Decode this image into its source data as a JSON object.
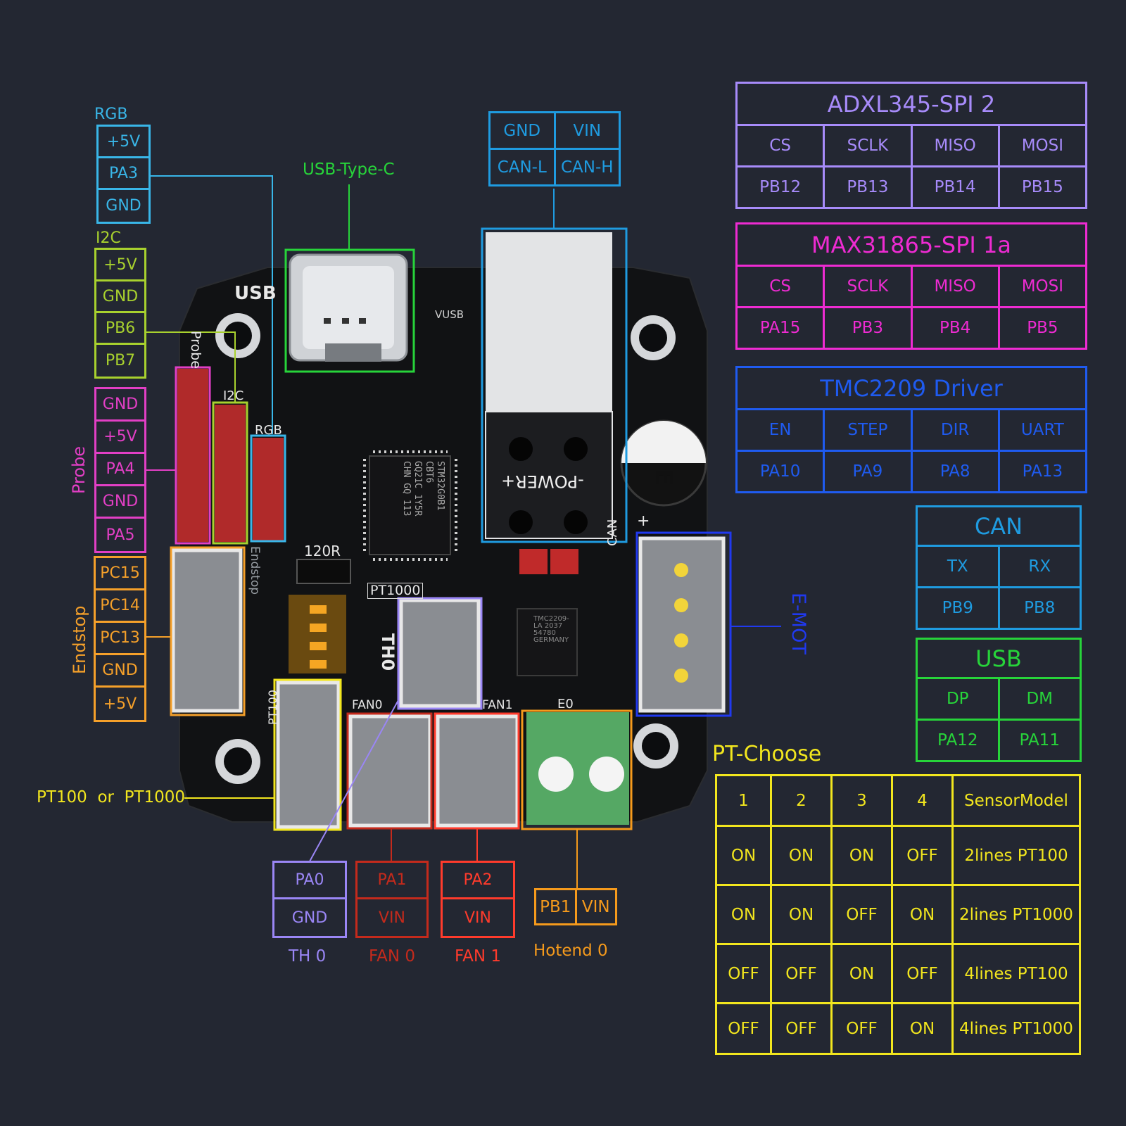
{
  "colors": {
    "background": "#232732",
    "rgb": "#39b6e8",
    "i2c": "#a8d12e",
    "probe": "#e23fc5",
    "endstop": "#f5a02a",
    "usb_typec": "#27d43a",
    "can_power": "#1f9be0",
    "adxl": "#a78bfa",
    "max": "#ee2bd2",
    "tmc": "#1f5bf0",
    "can": "#1f9be0",
    "usb": "#27d43a",
    "pt_choose": "#f2e61e",
    "th0": "#9a86f5",
    "fan0": "#c42a1c",
    "fan1": "#ff3b2c",
    "hotend": "#f59a1c",
    "emot": "#2039f0",
    "pt100": "#f2e61e"
  },
  "left": {
    "rgb": {
      "title": "RGB",
      "pins": [
        "+5V",
        "PA3",
        "GND"
      ]
    },
    "i2c": {
      "title": "I2C",
      "pins": [
        "+5V",
        "GND",
        "PB6",
        "PB7"
      ]
    },
    "probe": {
      "title": "Probe",
      "pins": [
        "GND",
        "+5V",
        "PA4",
        "GND",
        "PA5"
      ]
    },
    "endstop": {
      "title": "Endstop",
      "pins": [
        "PC15",
        "PC14",
        "PC13",
        "GND",
        "+5V"
      ]
    },
    "pt_label": "PT100  or  PT1000"
  },
  "top": {
    "usb_typec_label": "USB-Type-C",
    "power_can": [
      "GND",
      "VIN",
      "CAN-L",
      "CAN-H"
    ]
  },
  "board_text": {
    "usb": "USB",
    "probe": "Probe",
    "i2c": "I2C",
    "rgb": "RGB",
    "endstop": "Endstop",
    "r120": "120R",
    "pt1000": "PT1000",
    "th0": "TH0",
    "pt100": "PT100",
    "fan0": "FAN0",
    "fan1": "FAN1",
    "e0": "E0",
    "can": "CAN",
    "power": "-POWER+",
    "vusb": "VUSB",
    "e": "E",
    "plus": "+",
    "mcu1": "STM32G0B1",
    "mcu2": "CBT6",
    "mcu3": "GQ21C 1Y5R",
    "mcu4": "CHN GQ 113",
    "driver": "TMC2209-LA 2037 54780 GERMANY"
  },
  "bottom": {
    "th0": {
      "pins": [
        "PA0",
        "GND"
      ],
      "caption": "TH 0"
    },
    "fan0": {
      "pins": [
        "PA1",
        "VIN"
      ],
      "caption": "FAN 0"
    },
    "fan1": {
      "pins": [
        "PA2",
        "VIN"
      ],
      "caption": "FAN 1"
    },
    "hotend": {
      "pins": [
        "PB1",
        "VIN"
      ],
      "caption": "Hotend 0"
    }
  },
  "emot_label": "E-MOT",
  "adxl": {
    "title": "ADXL345-SPI 2",
    "headers": [
      "CS",
      "SCLK",
      "MISO",
      "MOSI"
    ],
    "pins": [
      "PB12",
      "PB13",
      "PB14",
      "PB15"
    ]
  },
  "max": {
    "title": "MAX31865-SPI 1a",
    "headers": [
      "CS",
      "SCLK",
      "MISO",
      "MOSI"
    ],
    "pins": [
      "PA15",
      "PB3",
      "PB4",
      "PB5"
    ]
  },
  "tmc": {
    "title": "TMC2209 Driver",
    "headers": [
      "EN",
      "STEP",
      "DIR",
      "UART"
    ],
    "pins": [
      "PA10",
      "PA9",
      "PA8",
      "PA13"
    ]
  },
  "can": {
    "title": "CAN",
    "headers": [
      "TX",
      "RX"
    ],
    "pins": [
      "PB9",
      "PB8"
    ]
  },
  "usb": {
    "title": "USB",
    "headers": [
      "DP",
      "DM"
    ],
    "pins": [
      "PA12",
      "PA11"
    ]
  },
  "pt_choose": {
    "title": "PT-Choose",
    "headers": [
      "1",
      "2",
      "3",
      "4",
      "SensorModel"
    ],
    "rows": [
      [
        "ON",
        "ON",
        "ON",
        "OFF",
        "2lines PT100"
      ],
      [
        "ON",
        "ON",
        "OFF",
        "ON",
        "2lines PT1000"
      ],
      [
        "OFF",
        "OFF",
        "ON",
        "OFF",
        "4lines PT100"
      ],
      [
        "OFF",
        "OFF",
        "OFF",
        "ON",
        "4lines PT1000"
      ]
    ]
  }
}
